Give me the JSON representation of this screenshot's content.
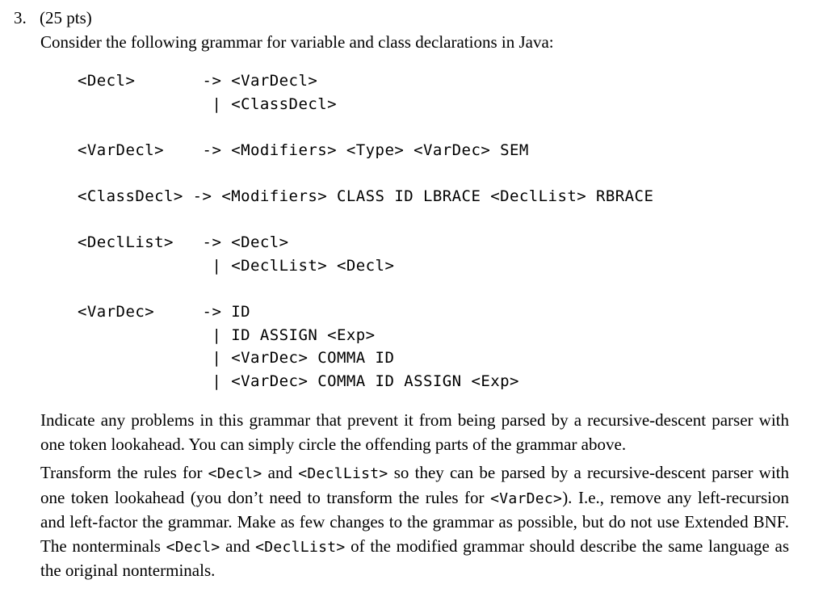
{
  "document": {
    "problem_number": "3.",
    "points_label": "(25 pts)",
    "intro_text": "Consider the following grammar for variable and class declarations in Java:"
  },
  "grammar": {
    "groups": [
      {
        "name": "decl-rule",
        "lines": [
          "<Decl>       -> <VarDecl>",
          "              | <ClassDecl>"
        ]
      },
      {
        "name": "vardecl-rule",
        "lines": [
          "<VarDecl>    -> <Modifiers> <Type> <VarDec> SEM"
        ]
      },
      {
        "name": "classdecl-rule",
        "lines": [
          "<ClassDecl> -> <Modifiers> CLASS ID LBRACE <DeclList> RBRACE"
        ]
      },
      {
        "name": "decllist-rule",
        "lines": [
          "<DeclList>   -> <Decl>",
          "              | <DeclList> <Decl>"
        ]
      },
      {
        "name": "vardec-rule",
        "lines": [
          "<VarDec>     -> ID",
          "              | ID ASSIGN <Exp>",
          "              | <VarDec> COMMA ID",
          "              | <VarDec> COMMA ID ASSIGN <Exp>"
        ]
      }
    ]
  },
  "paragraphs": {
    "first": {
      "segments": [
        {
          "type": "text",
          "value": "Indicate any problems in this grammar that prevent it from being parsed by a recursive-descent parser with one token lookahead. You can simply circle the offending parts of the grammar above."
        }
      ]
    },
    "second": {
      "segments": [
        {
          "type": "text",
          "value": "Transform the rules for "
        },
        {
          "type": "code",
          "value": "<Decl>"
        },
        {
          "type": "text",
          "value": " and "
        },
        {
          "type": "code",
          "value": "<DeclList>"
        },
        {
          "type": "text",
          "value": " so they can be parsed by a recursive-descent parser with one token lookahead (you don’t need to transform the rules for "
        },
        {
          "type": "code",
          "value": "<VarDec>"
        },
        {
          "type": "text",
          "value": "). I.e., remove any left-recursion and left-factor the grammar. Make as few changes to the grammar as possible, but do not use Extended BNF. The nonterminals "
        },
        {
          "type": "code",
          "value": "<Decl>"
        },
        {
          "type": "text",
          "value": " and "
        },
        {
          "type": "code",
          "value": "<DeclList>"
        },
        {
          "type": "text",
          "value": " of the modified grammar should describe the same language as the original nonterminals."
        }
      ]
    }
  },
  "colors": {
    "page_background": "#ffffff",
    "text": "#000000"
  }
}
